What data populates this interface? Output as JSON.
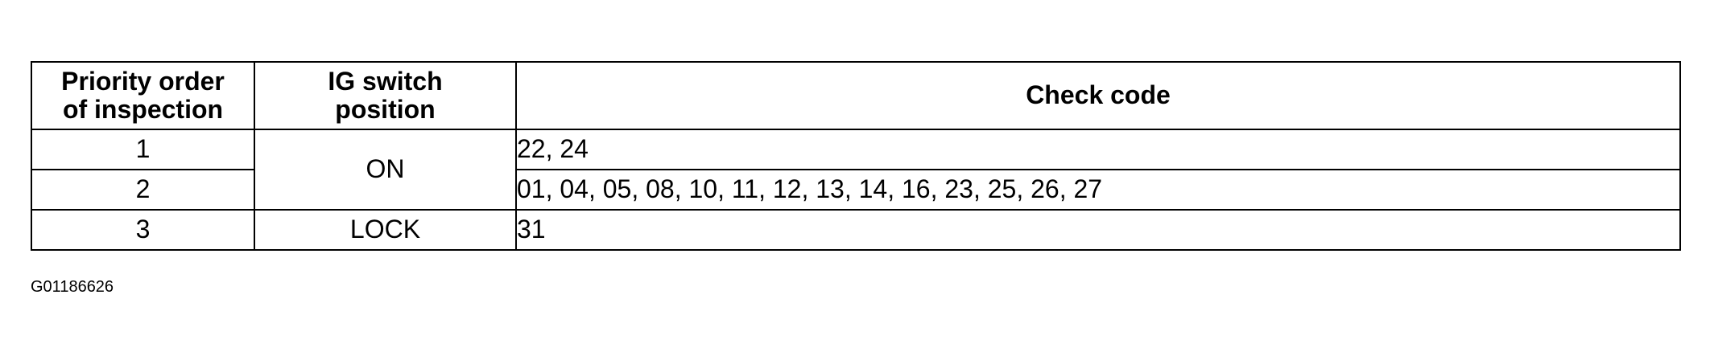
{
  "table": {
    "headers": {
      "priority_line1": "Priority order",
      "priority_line2": "of inspection",
      "ig_line1": "IG switch",
      "ig_line2": "position",
      "check": "Check code"
    },
    "rows": [
      {
        "priority": "1",
        "ig_switch": "ON",
        "check_code": "22, 24"
      },
      {
        "priority": "2",
        "ig_switch": "ON",
        "check_code": "01, 04, 05, 08, 10, 11, 12, 13, 14, 16, 23, 25, 26, 27"
      },
      {
        "priority": "3",
        "ig_switch": "LOCK",
        "check_code": "31"
      }
    ]
  },
  "figure_code": "G01186626"
}
